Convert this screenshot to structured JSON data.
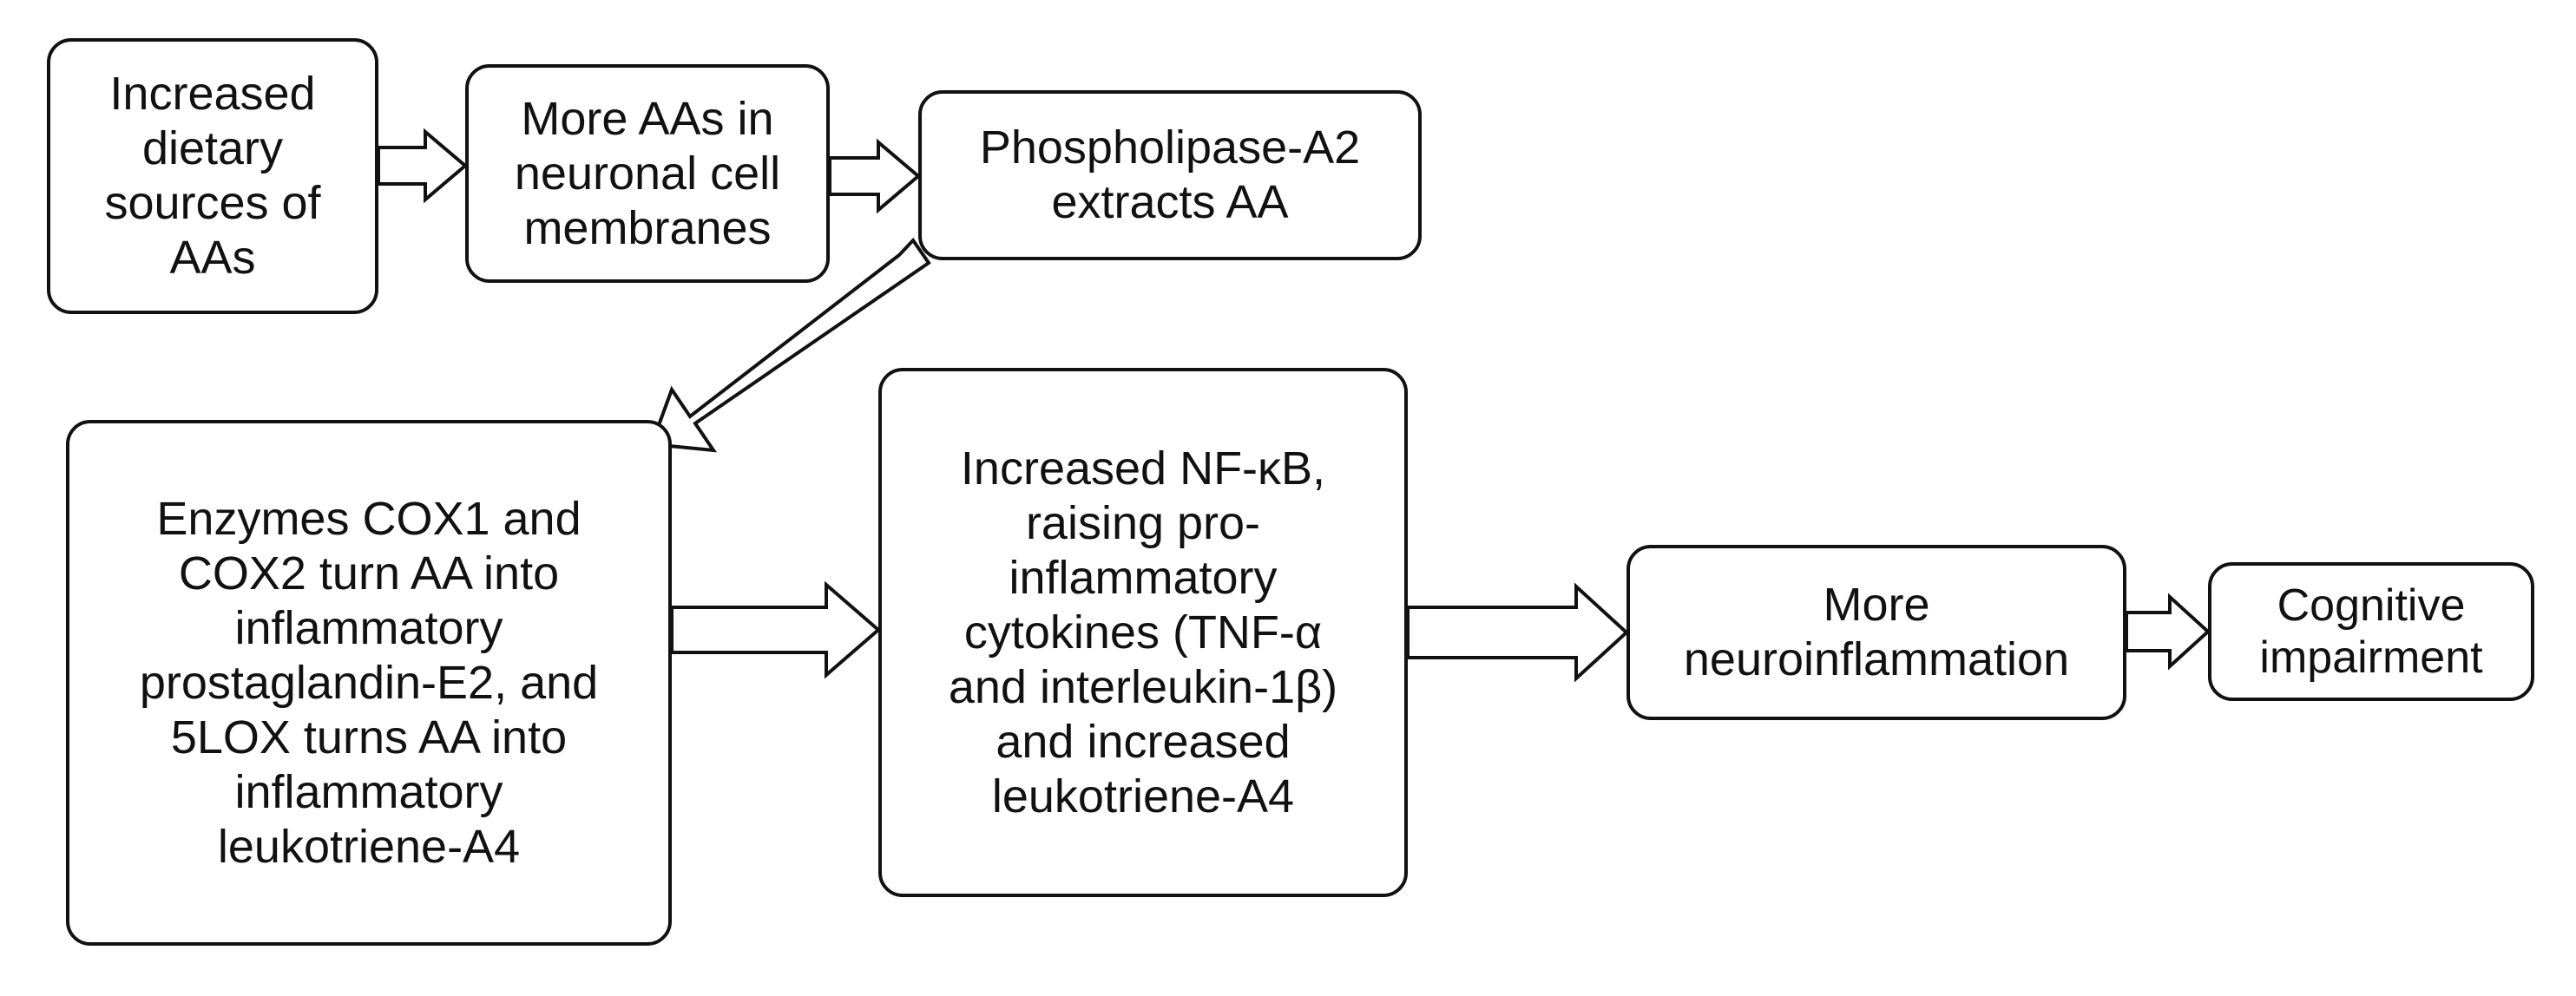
{
  "diagram": {
    "nodes": [
      {
        "id": "n1",
        "label": "Increased\ndietary\nsources of\nAAs"
      },
      {
        "id": "n2",
        "label": "More AAs in\nneuronal cell\nmembranes"
      },
      {
        "id": "n3",
        "label": "Phospholipase-A2\nextracts AA"
      },
      {
        "id": "n4",
        "label": "Enzymes COX1 and\nCOX2 turn AA into\ninflammatory\nprostaglandin-E2, and\n5LOX turns AA into\ninflammatory\nleukotriene-A4"
      },
      {
        "id": "n5",
        "label": "Increased NF-κB,\nraising pro-\ninflammatory\ncytokines (TNF-α\nand interleukin-1β)\nand increased\nleukotriene-A4"
      },
      {
        "id": "n6",
        "label": "More\nneuroinflammation"
      },
      {
        "id": "n7",
        "label": "Cognitive\nimpairment"
      }
    ],
    "edges": [
      {
        "from": "n1",
        "to": "n2"
      },
      {
        "from": "n2",
        "to": "n3"
      },
      {
        "from": "n3",
        "to": "n4"
      },
      {
        "from": "n4",
        "to": "n5"
      },
      {
        "from": "n5",
        "to": "n6"
      },
      {
        "from": "n6",
        "to": "n7"
      }
    ]
  }
}
